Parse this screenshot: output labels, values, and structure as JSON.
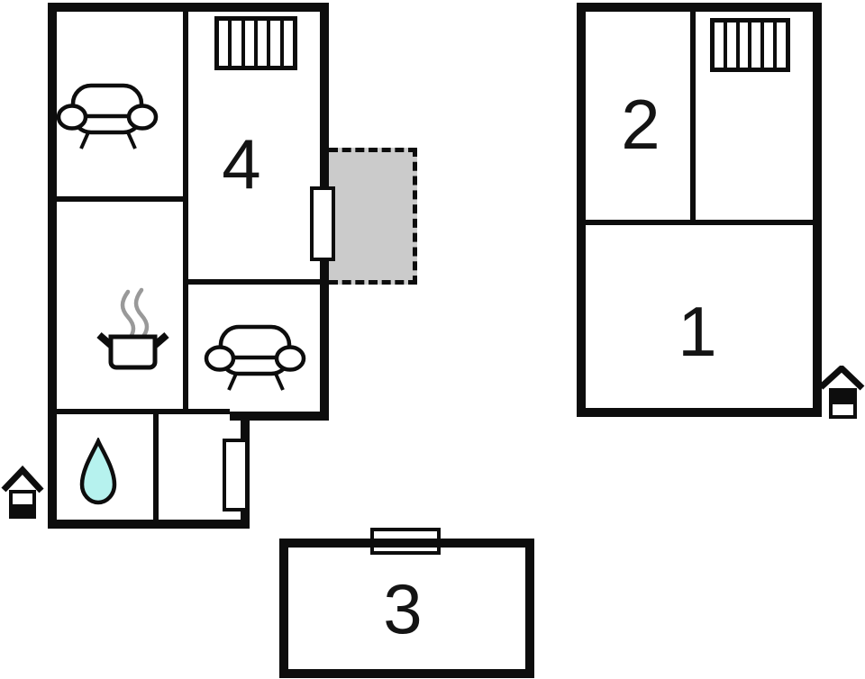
{
  "type": "floor-plan",
  "labels": {
    "room1": "1",
    "room2": "2",
    "room3": "3",
    "room4": "4"
  },
  "colors": {
    "wall": "#0d0d0d",
    "background": "#ffffff",
    "terrace_fill": "#cbcbcb",
    "door_fill": "#ffffff",
    "water_drop_fill": "#b6f2ee",
    "steam_gray": "#999999"
  },
  "icons": {
    "sofa": "sofa-icon",
    "radiator": "radiator-icon",
    "cooking_pot": "cooking-pot-icon",
    "water_drop": "water-drop-icon",
    "entrance": "entrance-house-icon",
    "door": "door-leaf",
    "terrace": "terrace-dashed-area"
  },
  "buildings": [
    {
      "name": "main-house",
      "rooms": [
        {
          "name": "lounge",
          "icon": "sofa"
        },
        {
          "name": "kitchen",
          "icon": "cooking-pot"
        },
        {
          "name": "room-4",
          "label": "4",
          "icon": "radiator"
        },
        {
          "name": "living-room",
          "icon": "sofa"
        },
        {
          "name": "bathroom",
          "icon": "water-drop"
        },
        {
          "name": "hallway",
          "icon": "door"
        }
      ],
      "features": [
        "terrace",
        "entrance-marker",
        "terrace-door"
      ]
    },
    {
      "name": "second-house",
      "rooms": [
        {
          "name": "room-2",
          "label": "2"
        },
        {
          "name": "radiator-room",
          "icon": "radiator"
        },
        {
          "name": "room-1",
          "label": "1"
        }
      ],
      "features": [
        "entrance-marker"
      ]
    },
    {
      "name": "outbuilding",
      "rooms": [
        {
          "name": "room-3",
          "label": "3",
          "icon": "door"
        }
      ]
    }
  ]
}
